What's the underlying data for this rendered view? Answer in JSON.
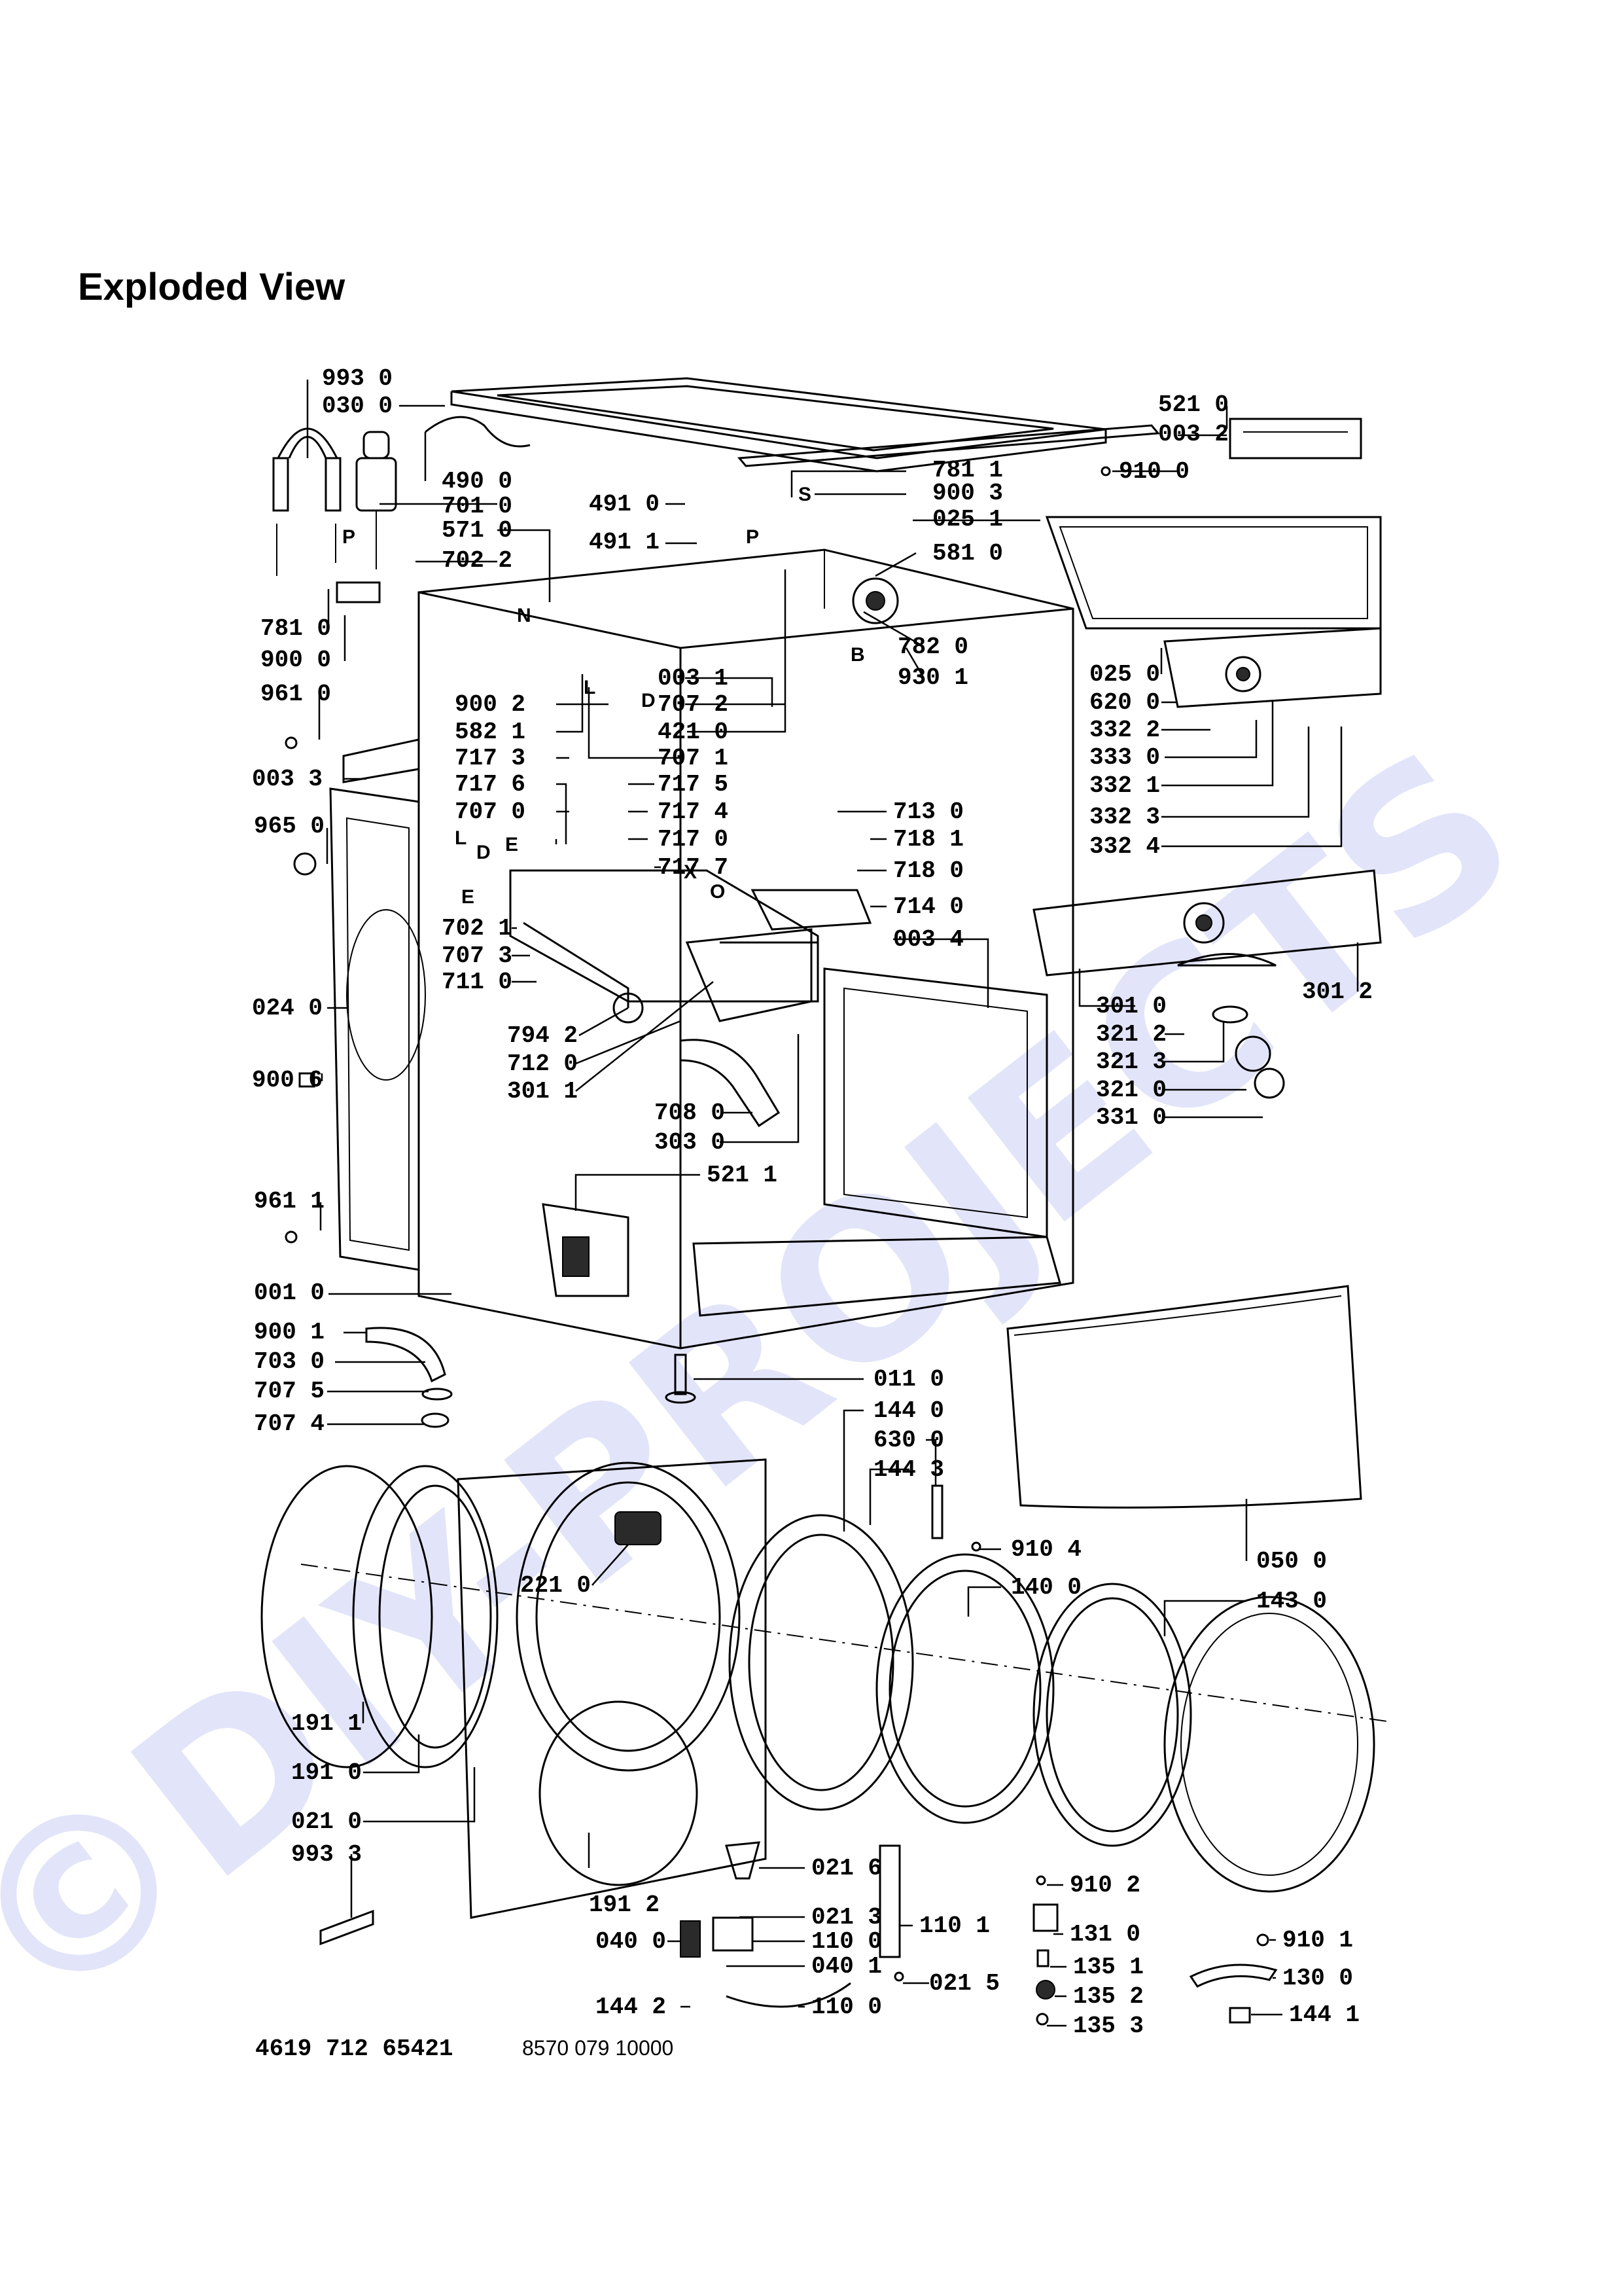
{
  "title": "Exploded View",
  "watermark": "©DIY-PROJECTS",
  "footer": {
    "left_code": "4619 712 65421",
    "right_code": "8570 079 10000"
  },
  "callouts": [
    "993 0",
    "030 0",
    "490 0",
    "701 0",
    "571 0",
    "702 2",
    "781 0",
    "900 0",
    "961 0",
    "003 3",
    "965 0",
    "024 0",
    "900 6",
    "961 1",
    "001 0",
    "900 1",
    "703 0",
    "707 5",
    "707 4",
    "491 0",
    "491 1",
    "781 1",
    "900 3",
    "025 1",
    "581 0",
    "782 0",
    "930 1",
    "521 0",
    "003 2",
    "910 0",
    "025 0",
    "620 0",
    "332 2",
    "333 0",
    "332 1",
    "332 3",
    "332 4",
    "003 1",
    "707 2",
    "421 0",
    "900 2",
    "582 1",
    "707 1",
    "717 3",
    "717 6",
    "707 0",
    "717 5",
    "717 4",
    "717 0",
    "717 7",
    "713 0",
    "718 1",
    "718 0",
    "714 0",
    "003 4",
    "702 1",
    "707 3",
    "711 0",
    "794 2",
    "712 0",
    "301 1",
    "708 0",
    "303 0",
    "521 1",
    "301 0",
    "321 2",
    "321 3",
    "321 0",
    "331 0",
    "301 2",
    "011 0",
    "144 0",
    "630 0",
    "144 3",
    "910 4",
    "140 0",
    "050 0",
    "143 0",
    "221 0",
    "191 1",
    "191 0",
    "021 0",
    "993 3",
    "191 2",
    "021 6",
    "021 3",
    "110 0",
    "040 1",
    "040 0",
    "144 2",
    "110 1",
    "021 5",
    "910 2",
    "131 0",
    "135 1",
    "135 2",
    "135 3",
    "910 1",
    "130 0",
    "144 1"
  ],
  "letter_tags": [
    "P",
    "N",
    "L",
    "D",
    "S",
    "P",
    "B",
    "E",
    "L",
    "E",
    "D",
    "X",
    "O"
  ]
}
